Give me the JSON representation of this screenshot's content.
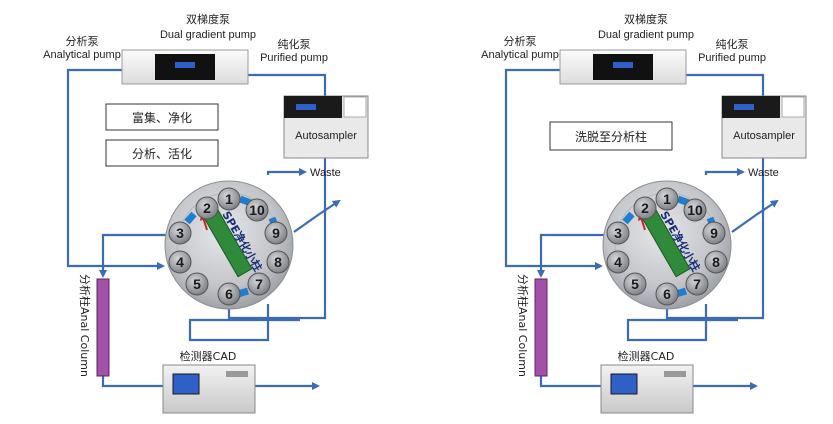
{
  "panels": [
    {
      "dual_pump_cn": "双梯度泵",
      "dual_pump_en": "Dual gradient pump",
      "analytical_cn": "分析泵",
      "analytical_en": "Analytical pump",
      "purified_cn": "纯化泵",
      "purified_en": "Purified pump",
      "autosampler": "Autosampler",
      "waste": "Waste",
      "spe_column": "SPE净化小柱",
      "anal_column": "分析柱Anal Column",
      "detector": "检测器CAD",
      "steps": [
        "富集、净化",
        "分析、活化"
      ],
      "ports": [
        "1",
        "2",
        "3",
        "4",
        "5",
        "6",
        "7",
        "8",
        "9",
        "10"
      ]
    },
    {
      "dual_pump_cn": "双梯度泵",
      "dual_pump_en": "Dual gradient pump",
      "analytical_cn": "分析泵",
      "analytical_en": "Analytical pump",
      "purified_cn": "纯化泵",
      "purified_en": "Purified pump",
      "autosampler": "Autosampler",
      "waste": "Waste",
      "spe_column": "SPE净化小柱",
      "anal_column": "分析柱Anal Column",
      "detector": "检测器CAD",
      "steps": [
        "洗脱至分析柱"
      ],
      "ports": [
        "1",
        "2",
        "3",
        "4",
        "5",
        "6",
        "7",
        "8",
        "9",
        "10"
      ]
    }
  ],
  "colors": {
    "flow_line": "#3b6bb5",
    "port_connector": "#1e7fd0",
    "spe_column": "#2f8a3a",
    "anal_column": "#a250a8",
    "valve_body": "#c9cbcf"
  }
}
